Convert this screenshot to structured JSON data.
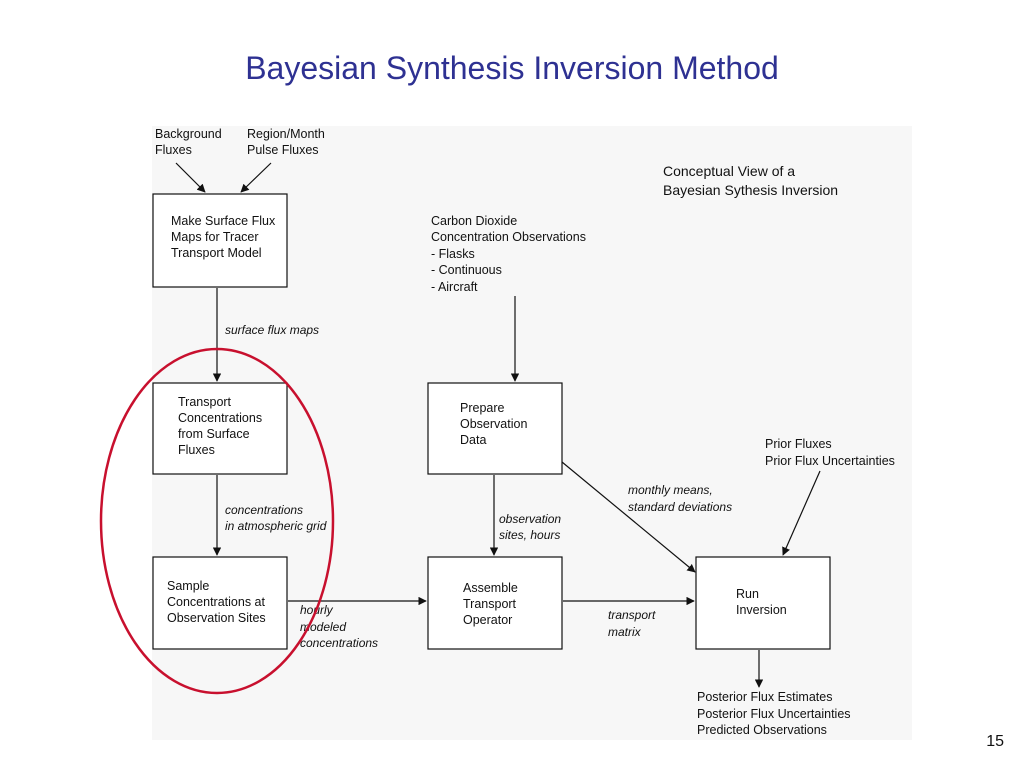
{
  "slide": {
    "title": "Bayesian Synthesis Inversion Method",
    "number": "15"
  },
  "diagram": {
    "heading": [
      "Conceptual View of a",
      "Bayesian Sythesis Inversion"
    ],
    "inputs": {
      "background": [
        "Background",
        "Fluxes"
      ],
      "region": [
        "Region/Month",
        "Pulse Fluxes"
      ],
      "co2": [
        "Carbon Dioxide",
        "Concentration Observations",
        "- Flasks",
        "- Continuous",
        "- Aircraft"
      ],
      "prior": [
        "Prior Fluxes",
        "Prior Flux Uncertainties"
      ]
    },
    "boxes": {
      "make_maps": [
        "Make Surface Flux",
        "Maps for Tracer",
        "Transport Model"
      ],
      "transport": [
        "Transport",
        "Concentrations",
        "from Surface",
        "Fluxes"
      ],
      "sample": [
        "Sample",
        "Concentrations at",
        "Observation Sites"
      ],
      "prepare": [
        "Prepare",
        "Observation",
        "Data"
      ],
      "assemble": [
        "Assemble",
        "Transport",
        "Operator"
      ],
      "run": [
        "Run",
        "Inversion"
      ]
    },
    "edge_labels": {
      "surface_flux_maps": [
        "surface flux maps"
      ],
      "concentrations": [
        "concentrations",
        "in atmospheric grid"
      ],
      "hourly": [
        "hourly",
        "modeled",
        "concentrations"
      ],
      "observation_sites": [
        "observation",
        "sites, hours"
      ],
      "monthly_means": [
        "monthly means,",
        "standard deviations"
      ],
      "transport_matrix": [
        "transport",
        "matrix"
      ]
    },
    "outputs": [
      "Posterior Flux Estimates",
      "Posterior Flux Uncertainties",
      "Predicted Observations"
    ],
    "highlight_color": "#c8102e"
  }
}
